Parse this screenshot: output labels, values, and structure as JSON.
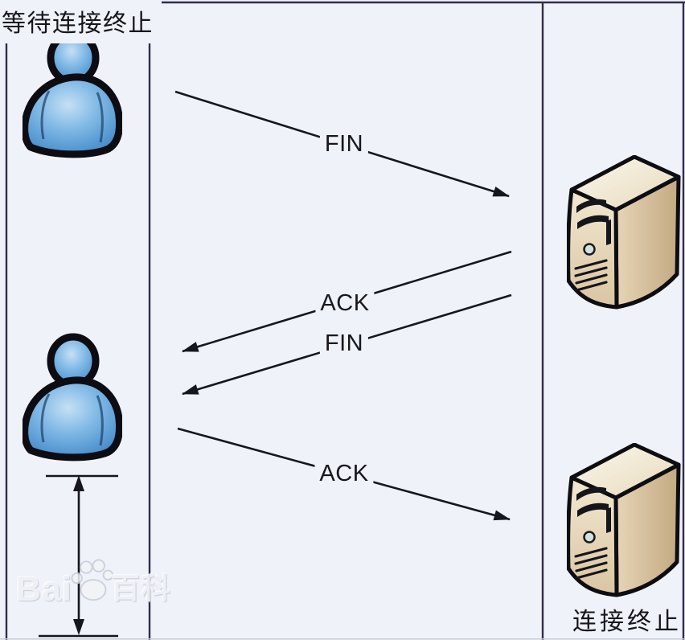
{
  "diagram_type": "tcp-connection-termination-sequence",
  "colors": {
    "background": "#f0f2f9",
    "frame_line": "#322d4a",
    "arrow_line": "#16161f",
    "label_text": "#17171c",
    "client_icon_blue": "#5fa0d6",
    "server_icon_beige": "#e6d8ba",
    "watermark_gray": "#eef0f6"
  },
  "actors": {
    "client_top": {
      "icon": "person-icon"
    },
    "client_bottom": {
      "icon": "person-icon"
    },
    "server_top": {
      "icon": "server-icon"
    },
    "server_bottom": {
      "icon": "server-icon"
    }
  },
  "messages": [
    {
      "label": "FIN",
      "from": "client",
      "to": "server"
    },
    {
      "label": "ACK",
      "from": "server",
      "to": "client"
    },
    {
      "label": "FIN",
      "from": "server",
      "to": "client"
    },
    {
      "label": "ACK",
      "from": "client",
      "to": "server"
    }
  ],
  "annotations": {
    "client_wait_label": "等待连接终止",
    "server_termination_label": "连接终止"
  },
  "watermark": {
    "text_left": "Bai",
    "icon": "baidu-paw-icon",
    "text_right": "百科"
  }
}
